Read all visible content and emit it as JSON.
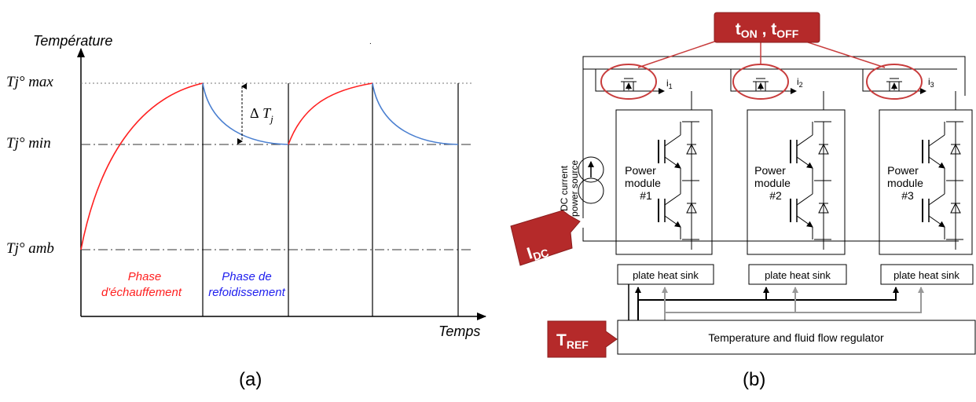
{
  "panel_a": {
    "y_axis_label": "Température",
    "x_axis_label": "Temps",
    "levels": {
      "max": "Tj° max",
      "min": "Tj° min",
      "amb": "Tj° amb"
    },
    "delta_prefix": "Δ",
    "delta_var": "T",
    "delta_sub": "j",
    "heating_phase": {
      "line1": "Phase",
      "line2": "d'échauffement",
      "color": "#ff2020"
    },
    "cooling_phase": {
      "line1": "Phase de",
      "line2": "refoidissement",
      "color": "#2020ee"
    },
    "heating_curve_color": "#ff2020",
    "cooling_curve_color": "#4a7fd0",
    "caption": "(a)"
  },
  "panel_b": {
    "timing_callout": {
      "t1": "t",
      "t1_sub": "ON",
      "sep": " , ",
      "t2": "t",
      "t2_sub": "OFF"
    },
    "idc_callout": {
      "main": "I",
      "sub": "DC"
    },
    "tref_callout": {
      "main": "T",
      "sub": "REF"
    },
    "callout_color": "#b52a2a",
    "source_label_line1": "DC current",
    "source_label_line2": "power source",
    "modules": [
      {
        "line1": "Power",
        "line2": "module",
        "line3": "#1",
        "current": "i",
        "current_sub": "1",
        "heat_sink": "plate heat sink"
      },
      {
        "line1": "Power",
        "line2": "module",
        "line3": "#2",
        "current": "i",
        "current_sub": "2",
        "heat_sink": "plate heat sink"
      },
      {
        "line1": "Power",
        "line2": "module",
        "line3": "#3",
        "current": "i",
        "current_sub": "3",
        "heat_sink": "plate heat sink"
      }
    ],
    "regulator": "Temperature and fluid flow regulator",
    "caption": "(b)"
  }
}
